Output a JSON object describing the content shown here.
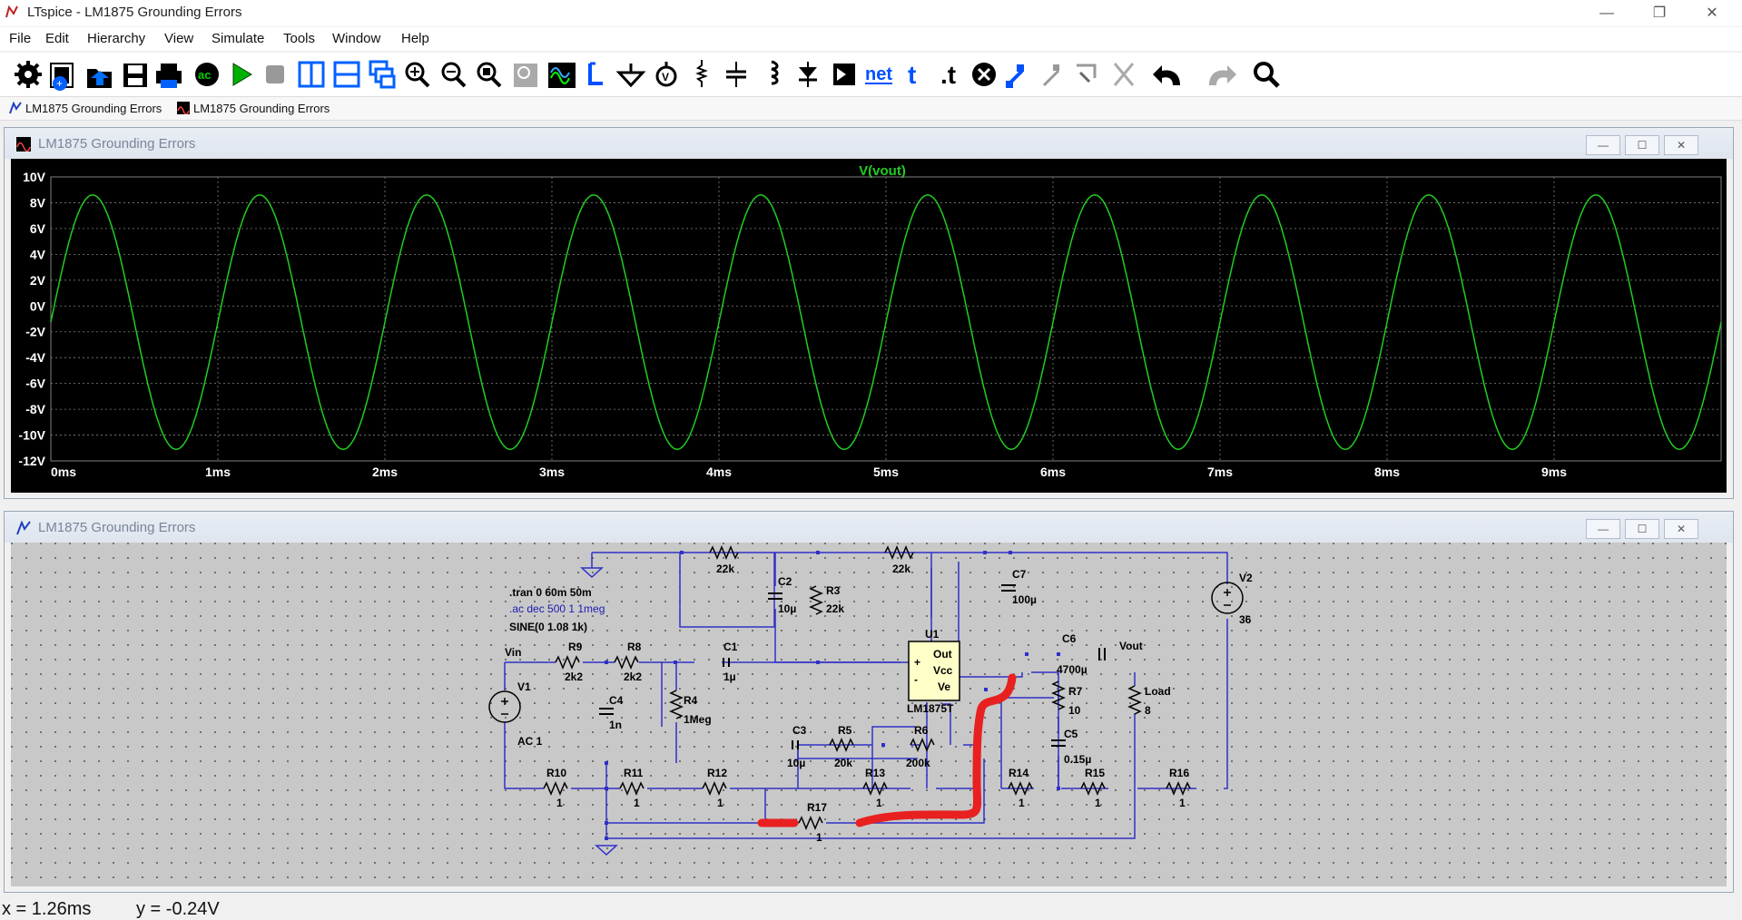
{
  "window": {
    "title": "LTspice - LM1875 Grounding Errors"
  },
  "menu": [
    "File",
    "Edit",
    "Hierarchy",
    "View",
    "Simulate",
    "Tools",
    "Window",
    "Help"
  ],
  "toolbar": {
    "icons": [
      "gear-icon",
      "new-schematic-icon",
      "open-icon",
      "save-icon",
      "print-icon",
      "ac-run-icon",
      "run-icon",
      "halt-icon",
      "tile-vertical-icon",
      "tile-horizontal-icon",
      "cascade-icon",
      "zoom-in-icon",
      "zoom-out-icon",
      "zoom-fit-icon",
      "zoom-box-icon",
      "plot-icon",
      "wire-icon",
      "ground-icon",
      "label-icon",
      "resistor-icon",
      "capacitor-icon",
      "inductor-icon",
      "diode-icon",
      "component-icon",
      "netlist-icon",
      "text-icon",
      "spice-directive-icon",
      "delete-icon",
      "move-icon",
      "drag-icon",
      "rotate-icon",
      "mirror-icon",
      "undo-icon",
      "redo-icon",
      "find-icon"
    ]
  },
  "tabs": [
    "LM1875 Grounding Errors",
    "LM1875 Grounding Errors"
  ],
  "waveform_window": {
    "title": "LM1875 Grounding Errors"
  },
  "schematic_window": {
    "title": "LM1875 Grounding Errors"
  },
  "colors": {
    "background": "#000000",
    "trace": "#22cc22",
    "grid": "#808080",
    "wire": "#3030c8",
    "component": "#000000",
    "annotation": "#e82020",
    "schematic_bg": "#c8c8c8"
  },
  "chart_data": {
    "type": "line",
    "title": "V(vout)",
    "xlabel": "",
    "ylabel": "",
    "xlim": [
      0,
      10
    ],
    "ylim": [
      -12,
      10
    ],
    "x_ticks": [
      "0ms",
      "1ms",
      "2ms",
      "3ms",
      "4ms",
      "5ms",
      "6ms",
      "7ms",
      "8ms",
      "9ms"
    ],
    "y_ticks": [
      "10V",
      "8V",
      "6V",
      "4V",
      "2V",
      "0V",
      "-2V",
      "-4V",
      "-6V",
      "-8V",
      "-10V",
      "-12V"
    ],
    "grid": true,
    "series": [
      {
        "name": "V(vout)",
        "frequency_khz": 1.0,
        "max_v": 8.6,
        "min_v": -11.1,
        "x_start_ms": 0,
        "x_end_ms": 10
      }
    ]
  },
  "schematic": {
    "labels": [
      {
        "id": "vin",
        "text": "Vin"
      },
      {
        "id": "vout",
        "text": "Vout"
      },
      {
        "id": "tran",
        "text": ".tran 0 60m 50m"
      },
      {
        "id": "ac",
        "text": ".ac dec 500 1 1meg"
      },
      {
        "id": "sine",
        "text": "SINE(0 1.08 1k)"
      },
      {
        "id": "v1",
        "text": "V1"
      },
      {
        "id": "v1v",
        "text": "AC 1"
      },
      {
        "id": "v2",
        "text": "V2"
      },
      {
        "id": "v2v",
        "text": "36"
      },
      {
        "id": "r9",
        "text": "R9"
      },
      {
        "id": "r9v",
        "text": "2k2"
      },
      {
        "id": "r8",
        "text": "R8"
      },
      {
        "id": "r8v",
        "text": "2k2"
      },
      {
        "id": "c1",
        "text": "C1"
      },
      {
        "id": "c1v",
        "text": "1µ"
      },
      {
        "id": "c4",
        "text": "C4"
      },
      {
        "id": "c4v",
        "text": "1n"
      },
      {
        "id": "r4",
        "text": "R4"
      },
      {
        "id": "r4v",
        "text": "1Meg"
      },
      {
        "id": "c2",
        "text": "C2"
      },
      {
        "id": "c2v",
        "text": "10µ"
      },
      {
        "id": "r3",
        "text": "R3"
      },
      {
        "id": "r3v",
        "text": "22k"
      },
      {
        "id": "rtop1v",
        "text": "22k"
      },
      {
        "id": "rtop2v",
        "text": "22k"
      },
      {
        "id": "c7",
        "text": "C7"
      },
      {
        "id": "c7v",
        "text": "100µ"
      },
      {
        "id": "u1",
        "text": "U1"
      },
      {
        "id": "u1v",
        "text": "LM1875T"
      },
      {
        "id": "plus",
        "text": "+"
      },
      {
        "id": "minus",
        "text": "-"
      },
      {
        "id": "out",
        "text": "Out"
      },
      {
        "id": "vcc",
        "text": "Vcc"
      },
      {
        "id": "ve",
        "text": "Ve"
      },
      {
        "id": "c6",
        "text": "C6"
      },
      {
        "id": "c6v",
        "text": "4700µ"
      },
      {
        "id": "r7",
        "text": "R7"
      },
      {
        "id": "r7v",
        "text": "10"
      },
      {
        "id": "c5",
        "text": "C5"
      },
      {
        "id": "c5v",
        "text": "0.15µ"
      },
      {
        "id": "load",
        "text": "Load"
      },
      {
        "id": "loadv",
        "text": "8"
      },
      {
        "id": "c3",
        "text": "C3"
      },
      {
        "id": "c3v",
        "text": "10µ"
      },
      {
        "id": "r5",
        "text": "R5"
      },
      {
        "id": "r5v",
        "text": "20k"
      },
      {
        "id": "r6",
        "text": "R6"
      },
      {
        "id": "r6v",
        "text": "200k"
      },
      {
        "id": "r10",
        "text": "R10"
      },
      {
        "id": "r10v",
        "text": "1"
      },
      {
        "id": "r11",
        "text": "R11"
      },
      {
        "id": "r11v",
        "text": "1"
      },
      {
        "id": "r12",
        "text": "R12"
      },
      {
        "id": "r12v",
        "text": "1"
      },
      {
        "id": "r13",
        "text": "R13"
      },
      {
        "id": "r13v",
        "text": "1"
      },
      {
        "id": "r14",
        "text": "R14"
      },
      {
        "id": "r14v",
        "text": "1"
      },
      {
        "id": "r15",
        "text": "R15"
      },
      {
        "id": "r15v",
        "text": "1"
      },
      {
        "id": "r16",
        "text": "R16"
      },
      {
        "id": "r16v",
        "text": "1"
      },
      {
        "id": "r17",
        "text": "R17"
      },
      {
        "id": "r17v",
        "text": "1"
      }
    ]
  },
  "status": {
    "x_readout": "x = 1.26ms",
    "y_readout": "y = -0.24V"
  }
}
